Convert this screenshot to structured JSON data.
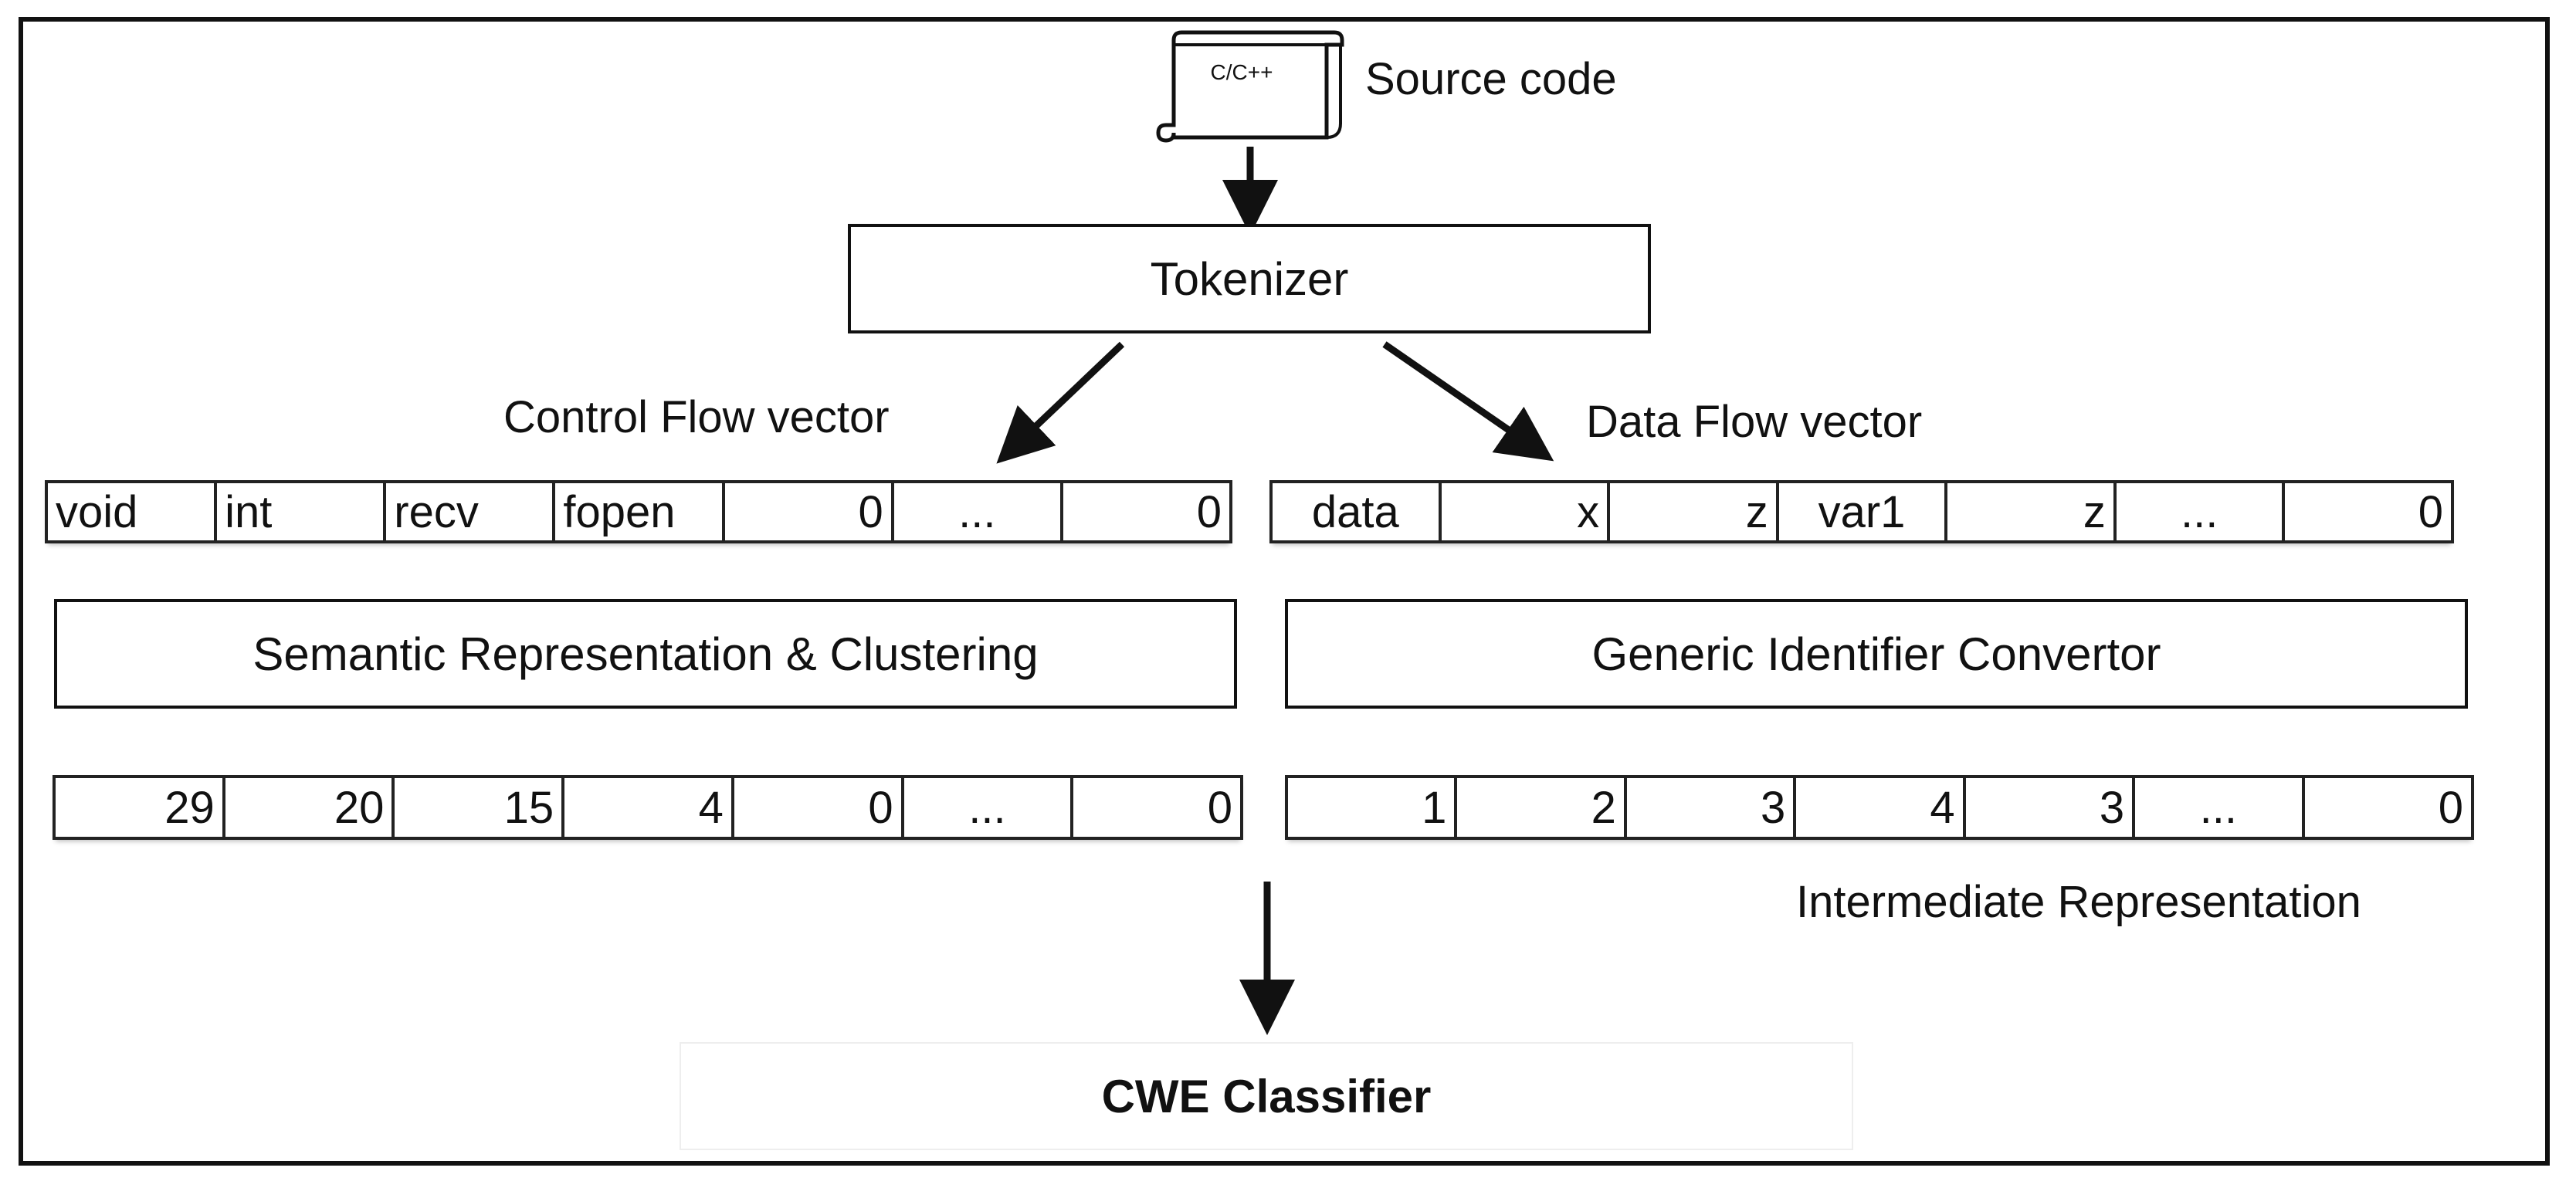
{
  "source": {
    "icon_label": "C/C++",
    "label": "Source code"
  },
  "tokenizer": "Tokenizer",
  "control_flow": {
    "label": "Control Flow vector",
    "tokens": [
      "void",
      "int",
      "recv",
      "fopen",
      "0",
      "...",
      "0"
    ]
  },
  "data_flow": {
    "label": "Data Flow vector",
    "tokens": [
      "data",
      "x",
      "z",
      "var1",
      "z",
      "...",
      "0"
    ]
  },
  "semantic_box": "Semantic Representation & Clustering",
  "generic_box": "Generic Identifier Convertor",
  "left_numeric": [
    "29",
    "20",
    "15",
    "4",
    "0",
    "...",
    "0"
  ],
  "right_numeric": [
    "1",
    "2",
    "3",
    "4",
    "3",
    "...",
    "0"
  ],
  "intermediate_label": "Intermediate Representation",
  "classifier": "CWE Classifier",
  "icons": {
    "source": "scroll-icon"
  }
}
